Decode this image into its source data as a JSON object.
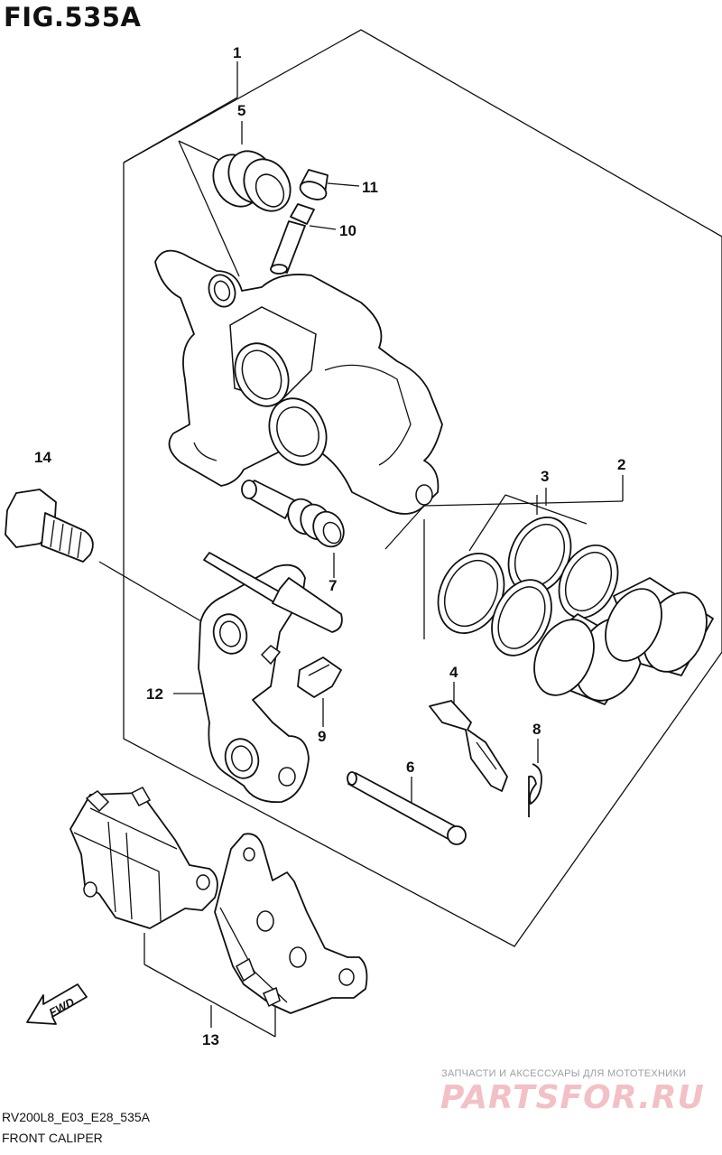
{
  "figure": {
    "title": "FIG.535A",
    "code": "RV200L8_E03_E28_535A",
    "caption": "FRONT CALIPER"
  },
  "labels": {
    "p1": "1",
    "p2": "2",
    "p3": "3",
    "p4": "4",
    "p5": "5",
    "p6": "6",
    "p7": "7",
    "p8": "8",
    "p9": "9",
    "p10": "10",
    "p11": "11",
    "p12": "12",
    "p13": "13",
    "p14": "14"
  },
  "fwd_arrow": {
    "text": "FWD"
  },
  "watermark": {
    "tagline": "ЗАПЧАСТИ И АКСЕССУАРЫ ДЛЯ МОТОТЕХНИКИ",
    "brand": "PARTSFOR.RU",
    "color": "#f2c0c5"
  }
}
